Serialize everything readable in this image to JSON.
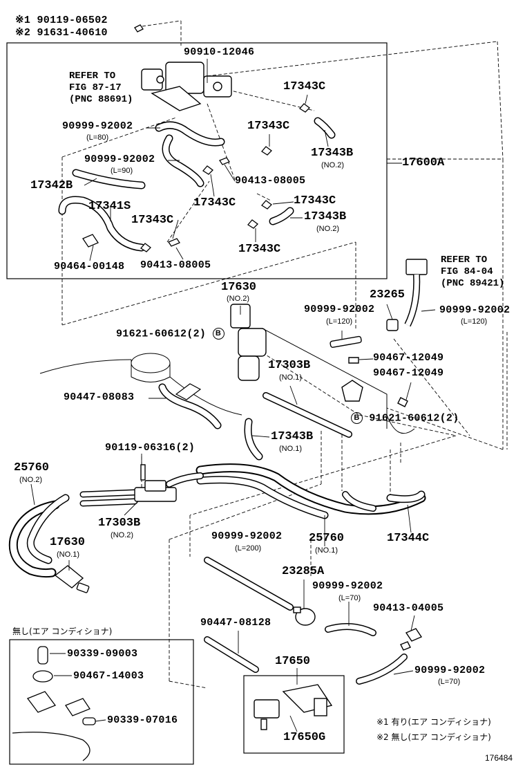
{
  "labels": {
    "n1_prefix": "※1 ",
    "n1_pn": "90119-06502",
    "n2_prefix": "※2 ",
    "n2_pn": "91631-40610",
    "p_90910_12046": "90910-12046",
    "ref_87": "REFER TO\nFIG 87-17\n(PNC 88691)",
    "p_17343c_a": "17343C",
    "p_90999_92002_a": "90999-92002",
    "l80": "(L=80)",
    "p_17343c_b": "17343C",
    "p_17343b_a": "17343B",
    "no2_a": "(NO.2)",
    "p_17600a": "17600A",
    "p_90999_92002_b": "90999-92002",
    "l90": "(L=90)",
    "p_90413_08005_a": "90413-08005",
    "p_17342b": "17342B",
    "p_17343c_c": "17343C",
    "p_17343c_d": "17343C",
    "p_17341s": "17341S",
    "p_17343c_e": "17343C",
    "p_17343b_b": "17343B",
    "no2_b": "(NO.2)",
    "p_17343c_f": "17343C",
    "p_90464_00148": "90464-00148",
    "p_90413_08005_b": "90413-08005",
    "ref_84": "REFER TO\nFIG 84-04\n(PNC 89421)",
    "p_17630_a": "17630",
    "no2_c": "(NO.2)",
    "p_23265": "23265",
    "p_90999_92002_c": "90999-92002",
    "l120_a": "(L=120)",
    "p_90999_92002_d": "90999-92002",
    "l120_b": "(L=120)",
    "p_91621_60612_a": "91621-60612(2)",
    "b_mark": "B",
    "p_90467_12049_a": "90467-12049",
    "p_17303b_a": "17303B",
    "no1_a": "(NO.1)",
    "p_90467_12049_b": "90467-12049",
    "p_90447_08083": "90447-08083",
    "p_91621_60612_b": "91621-60612(2)",
    "p_17343b_c": "17343B",
    "no1_b": "(NO.1)",
    "p_90119_06316": "90119-06316(2)",
    "p_25760_a": "25760",
    "no2_d": "(NO.2)",
    "p_17303b_b": "17303B",
    "no2_e": "(NO.2)",
    "p_17630_b": "17630",
    "no1_c": "(NO.1)",
    "p_90999_92002_e": "90999-92002",
    "l200": "(L=200)",
    "p_25760_b": "25760",
    "no1_d": "(NO.1)",
    "p_17344c": "17344C",
    "p_23285a": "23285A",
    "p_90999_92002_f": "90999-92002",
    "l70_a": "(L=70)",
    "p_90413_04005": "90413-04005",
    "p_90447_08128": "90447-08128",
    "inset_title": "無し(エア コンディショナ)",
    "p_90339_09003": "90339-09003",
    "p_90467_14003": "90467-14003",
    "p_90339_07016": "90339-07016",
    "p_17650": "17650",
    "p_90999_92002_g": "90999-92002",
    "l70_b": "(L=70)",
    "p_17650g": "17650G",
    "legend1": "※1 有り(エア コンディショナ)",
    "legend2": "※2 無し(エア コンディショナ)",
    "fig_id": "176484"
  }
}
